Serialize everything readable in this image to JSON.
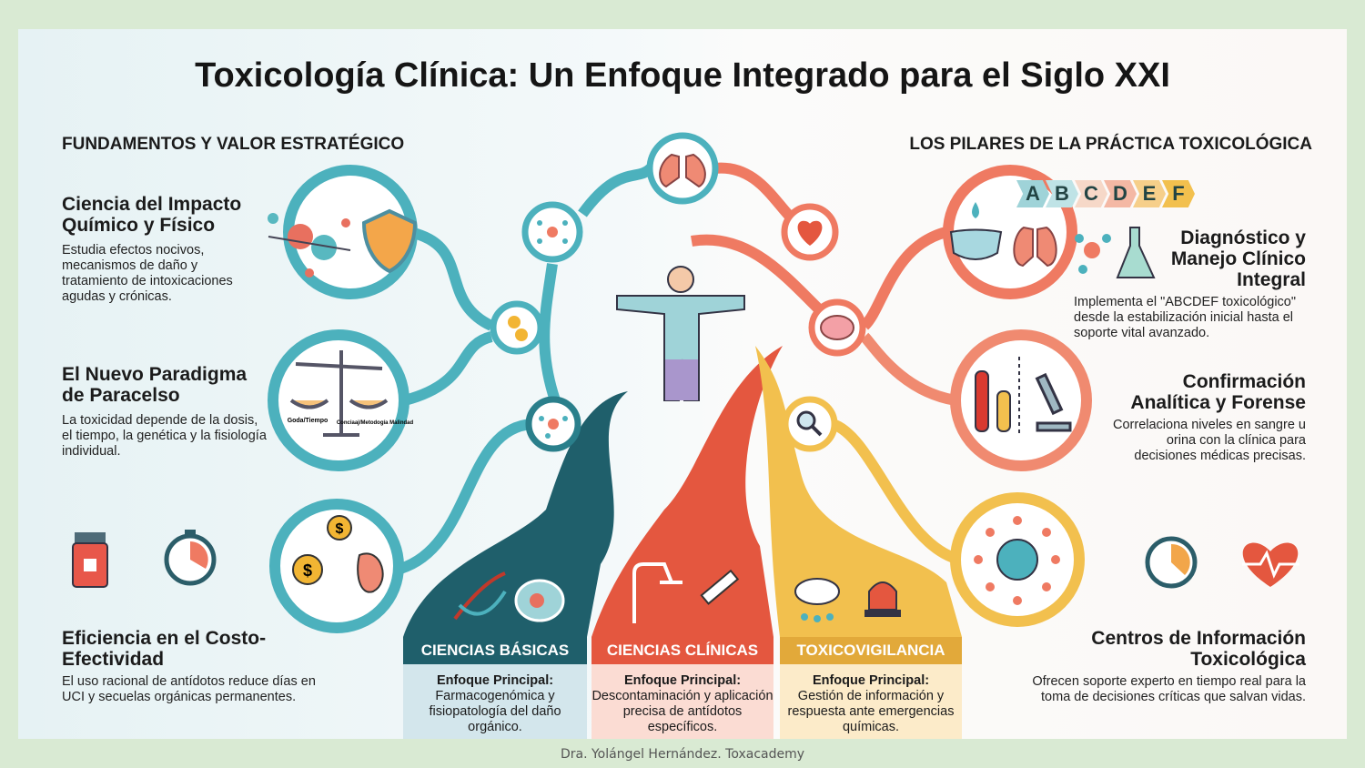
{
  "title": "Toxicología Clínica: Un Enfoque Integrado para el Siglo XXI",
  "left": {
    "section": "FUNDAMENTOS Y VALOR ESTRATÉGICO",
    "items": [
      {
        "heading": "Ciencia del Impacto Químico y Físico",
        "text": "Estudia efectos nocivos, mecanismos de daño y tratamiento de intoxicaciones agudas y crónicas."
      },
      {
        "heading": "El Nuevo Paradigma de Paracelso",
        "text": "La toxicidad depende de la dosis, el tiempo, la genética y la fisiología individual."
      },
      {
        "heading": "Eficiencia en el Costo-Efectividad",
        "text": "El uso racional de antídotos reduce días en UCI y secuelas orgánicas permanentes."
      }
    ],
    "scale_labels": [
      "Goda/Tiempo",
      "Conciaaj/Metodogía Malindad"
    ]
  },
  "right": {
    "section": "LOS PILARES DE LA PRÁCTICA TOXICOLÓGICA",
    "abcdef": [
      "A",
      "B",
      "C",
      "D",
      "E",
      "F"
    ],
    "items": [
      {
        "heading": "Diagnóstico y Manejo Clínico Integral",
        "text": "Implementa el \"ABCDEF toxicológico\" desde la estabilización inicial hasta el soporte vital avanzado."
      },
      {
        "heading": "Confirmación Analítica y Forense",
        "text": "Correlaciona niveles en sangre u orina con la clínica para decisiones médicas precisas."
      },
      {
        "heading": "Centros de Información Toxicológica",
        "text": "Ofrecen soporte experto en tiempo real para la toma de decisiones críticas que salvan vidas."
      }
    ]
  },
  "columns": [
    {
      "title": "CIENCIAS BÁSICAS",
      "label": "Enfoque Principal:",
      "text": "Farmacogenómica y fisiopatología del daño orgánico.",
      "color": "#1f5f6b",
      "bg": "#d3e6ec"
    },
    {
      "title": "CIENCIAS CLÍNICAS",
      "label": "Enfoque Principal:",
      "text": "Descontaminación y aplicación precisa de antídotos específicos.",
      "color": "#e4573f",
      "bg": "#fbdcd3"
    },
    {
      "title": "TOXICOVIGILANCIA",
      "label": "Enfoque Principal:",
      "text": "Gestión de información y respuesta ante emergencias químicas.",
      "color": "#e2a93a",
      "bg": "#fcebc9"
    }
  ],
  "footer": "Dra. Yolángel Hernández. Toxacademy",
  "colors": {
    "teal": "#4cb1bd",
    "coral": "#ef7a62",
    "yellow": "#f2c04e",
    "bg": "#d9ead3"
  }
}
